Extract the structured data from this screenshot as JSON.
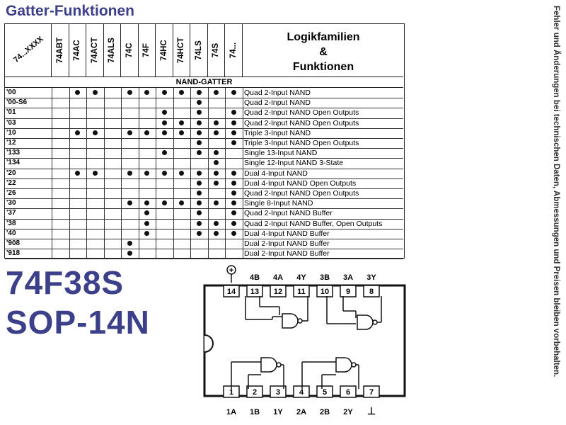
{
  "title": "Gatter-Funktionen",
  "side_note": "Fehler und Änderungen bei technischen Daten, Abmessungen und Preisen bleiben vorbehalten.",
  "table": {
    "corner_label": "74...XXXX",
    "families": [
      "74ABT",
      "74AC",
      "74ACT",
      "74ALS",
      "74C",
      "74F",
      "74HC",
      "74HCT",
      "74LS",
      "74S",
      "74..."
    ],
    "header_right": {
      "line1": "Logikfamilien",
      "line2": "&",
      "line3": "Funktionen"
    },
    "section": "NAND-GATTER",
    "rows": [
      {
        "code": "'00",
        "desc": "Quad 2-Input NAND",
        "dots": [
          0,
          1,
          1,
          0,
          1,
          1,
          1,
          1,
          1,
          1,
          1
        ]
      },
      {
        "code": "'00-S6",
        "desc": "Quad 2-Input NAND",
        "dots": [
          0,
          0,
          0,
          0,
          0,
          0,
          0,
          0,
          1,
          0,
          0
        ]
      },
      {
        "code": "'01",
        "desc": "Quad 2-Input NAND Open Outputs",
        "dots": [
          0,
          0,
          0,
          0,
          0,
          0,
          1,
          0,
          1,
          0,
          1
        ]
      },
      {
        "code": "'03",
        "desc": "Quad 2-Input NAND Open Outputs",
        "dots": [
          0,
          0,
          0,
          0,
          0,
          0,
          1,
          1,
          1,
          1,
          1
        ]
      },
      {
        "code": "'10",
        "desc": "Triple 3-Input NAND",
        "dots": [
          0,
          1,
          1,
          0,
          1,
          1,
          1,
          1,
          1,
          1,
          1
        ]
      },
      {
        "code": "'12",
        "desc": "Triple 3-Input NAND Open Outputs",
        "dots": [
          0,
          0,
          0,
          0,
          0,
          0,
          0,
          0,
          1,
          0,
          1
        ]
      },
      {
        "code": "'133",
        "desc": "Single 13-Input NAND",
        "dots": [
          0,
          0,
          0,
          0,
          0,
          0,
          1,
          0,
          1,
          1,
          0
        ]
      },
      {
        "code": "'134",
        "desc": "Single 12-Input NAND 3-State",
        "dots": [
          0,
          0,
          0,
          0,
          0,
          0,
          0,
          0,
          0,
          1,
          0
        ]
      },
      {
        "code": "'20",
        "desc": "Dual 4-Input NAND",
        "dots": [
          0,
          1,
          1,
          0,
          1,
          1,
          1,
          1,
          1,
          1,
          1
        ]
      },
      {
        "code": "'22",
        "desc": "Dual 4-Input NAND Open Outputs",
        "dots": [
          0,
          0,
          0,
          0,
          0,
          0,
          0,
          0,
          1,
          1,
          1
        ]
      },
      {
        "code": "'26",
        "desc": "Quad 2-Input NAND Open Outputs",
        "dots": [
          0,
          0,
          0,
          0,
          0,
          0,
          0,
          0,
          1,
          0,
          1
        ]
      },
      {
        "code": "'30",
        "desc": "Single 8-Input NAND",
        "dots": [
          0,
          0,
          0,
          0,
          1,
          1,
          1,
          1,
          1,
          1,
          1
        ]
      },
      {
        "code": "'37",
        "desc": "Quad 2-Input NAND Buffer",
        "dots": [
          0,
          0,
          0,
          0,
          0,
          1,
          0,
          0,
          1,
          0,
          1
        ]
      },
      {
        "code": "'38",
        "desc": "Quad 2-Input NAND Buffer, Open Outputs",
        "dots": [
          0,
          0,
          0,
          0,
          0,
          1,
          0,
          0,
          1,
          1,
          1
        ]
      },
      {
        "code": "'40",
        "desc": "Dual 4-Input NAND Buffer",
        "dots": [
          0,
          0,
          0,
          0,
          0,
          1,
          0,
          0,
          1,
          1,
          1
        ]
      },
      {
        "code": "'908",
        "desc": "Dual 2-Input NAND Buffer",
        "dots": [
          0,
          0,
          0,
          0,
          1,
          0,
          0,
          0,
          0,
          0,
          0
        ]
      },
      {
        "code": "'918",
        "desc": "Dual 2-Input NAND Buffer",
        "dots": [
          0,
          0,
          0,
          0,
          1,
          0,
          0,
          0,
          0,
          0,
          0
        ]
      }
    ]
  },
  "part_number": "74F38S",
  "package": "SOP-14N",
  "pinout": {
    "top_labels": [
      "4B",
      "4A",
      "4Y",
      "3B",
      "3A",
      "3Y"
    ],
    "bottom_labels": [
      "1A",
      "1B",
      "1Y",
      "2A",
      "2B",
      "2Y"
    ],
    "top_pins": [
      "14",
      "13",
      "12",
      "11",
      "10",
      "9",
      "8"
    ],
    "bottom_pins": [
      "1",
      "2",
      "3",
      "4",
      "5",
      "6",
      "7"
    ],
    "vcc_symbol": "+",
    "gnd_symbol": "⊥"
  },
  "colors": {
    "brand": "#3c3f8a"
  }
}
